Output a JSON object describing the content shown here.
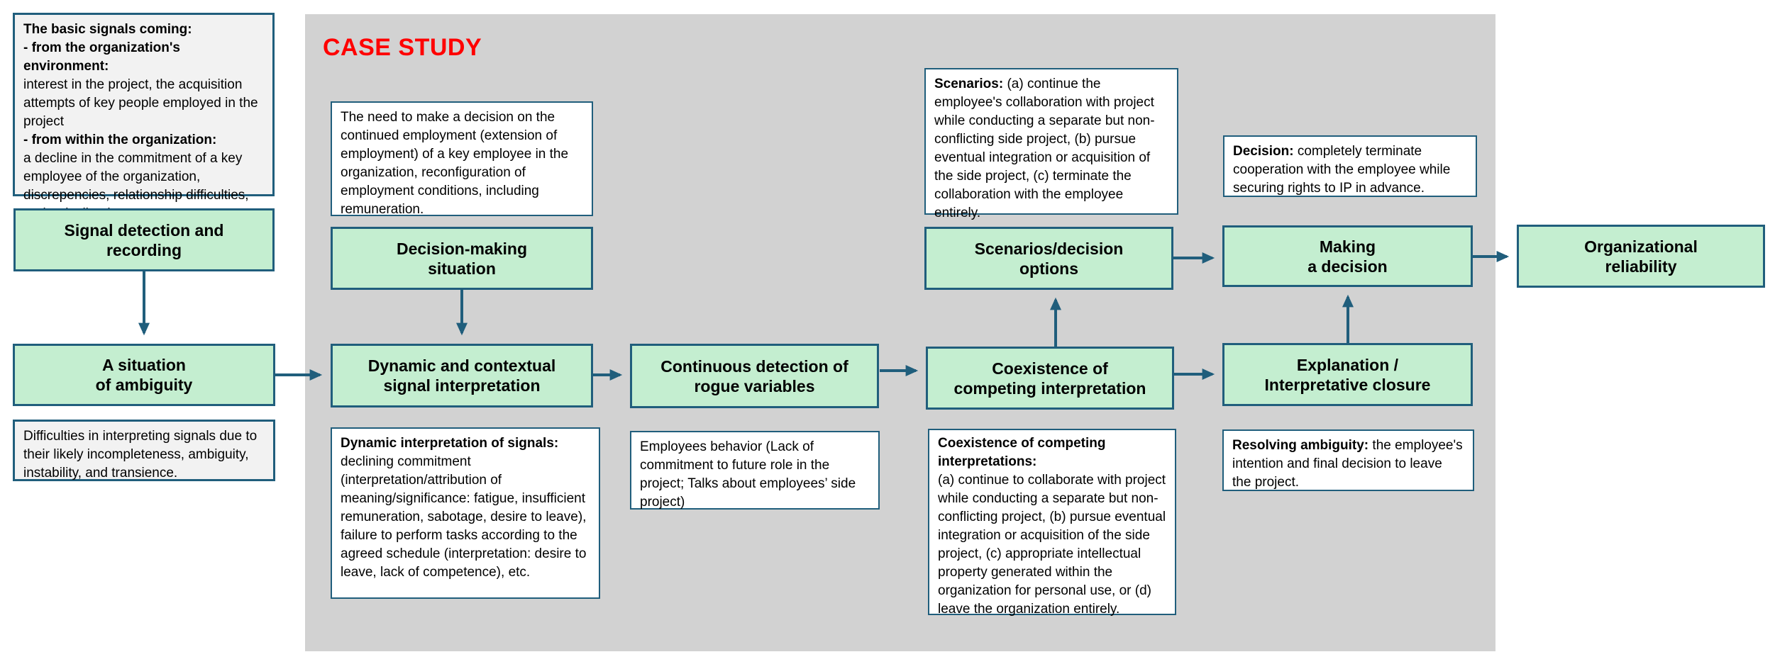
{
  "title": "CASE STUDY",
  "colors": {
    "accent_teal": "#205e7c",
    "green_fill": "#c4eed0",
    "panel_gray": "#d2d2d2",
    "note_gray_fill": "#f2f2f2",
    "title_red": "#ff0000"
  },
  "stages": {
    "signal_detection": "Signal detection and\nrecording",
    "ambiguity": "A situation\nof ambiguity",
    "decision_situation": "Decision-making\nsituation",
    "dynamic_interpretation": "Dynamic and contextual\nsignal interpretation",
    "rogue_detection": "Continuous detection of\nrogue variables",
    "scenarios_options": "Scenarios/decision\noptions",
    "coexistence": "Coexistence of\ncompeting interpretation",
    "making_decision": "Making\na decision",
    "explanation": "Explanation /\nInterpretative closure",
    "reliability": "Organizational\nreliability"
  },
  "notes": {
    "basic_signals": {
      "title": "The basic signals coming:",
      "env_label": "- from the organization's environment:",
      "env_text": "interest in the project, the acquisition attempts of key people employed in the project",
      "org_label": "- from within the organization:",
      "org_text": "a decline in the commitment of a key employee of the organization, discrepencies, relationship difficulties, and a decline in trust."
    },
    "difficulties": "Difficulties in interpreting signals due to their likely incompleteness, ambiguity, instability, and transience.",
    "need_decision": "The need to make a decision on the continued employment (extension of employment) of a key employee in the organization, reconfiguration of employment conditions, including remuneration.",
    "dynamic_signals": {
      "label": "Dynamic interpretation of signals:",
      "text": "declining commitment (interpretation/attribution of meaning/significance: fatigue, insufficient remuneration, sabotage, desire to leave), failure to perform tasks according to the agreed schedule (interpretation: desire to leave, lack of competence), etc."
    },
    "employees_behavior": "Employees behavior (Lack of commitment to future role in the project; Talks about employees’ side project)",
    "scenarios": {
      "label": "Scenarios:",
      "text": "(a) continue the employee's collaboration with project while conducting a separate but non-conflicting side project, (b) pursue eventual integration or acquisition of the side project, (c) terminate the collaboration with the employee entirely."
    },
    "coexistence_interpretations": {
      "label": "Coexistence of competing interpretations:",
      "text": "(a) continue to collaborate with project while conducting a separate but non-conflicting project, (b) pursue eventual integration or acquisition of the side project, (c) appropriate intellectual property generated within the organization for personal use, or (d) leave the organization entirely."
    },
    "decision": {
      "label": "Decision:",
      "text": "completely terminate cooperation with the employee while securing rights to IP in advance."
    },
    "resolving": {
      "label": "Resolving ambiguity:",
      "text": "the employee's intention and final decision to leave the project."
    }
  }
}
